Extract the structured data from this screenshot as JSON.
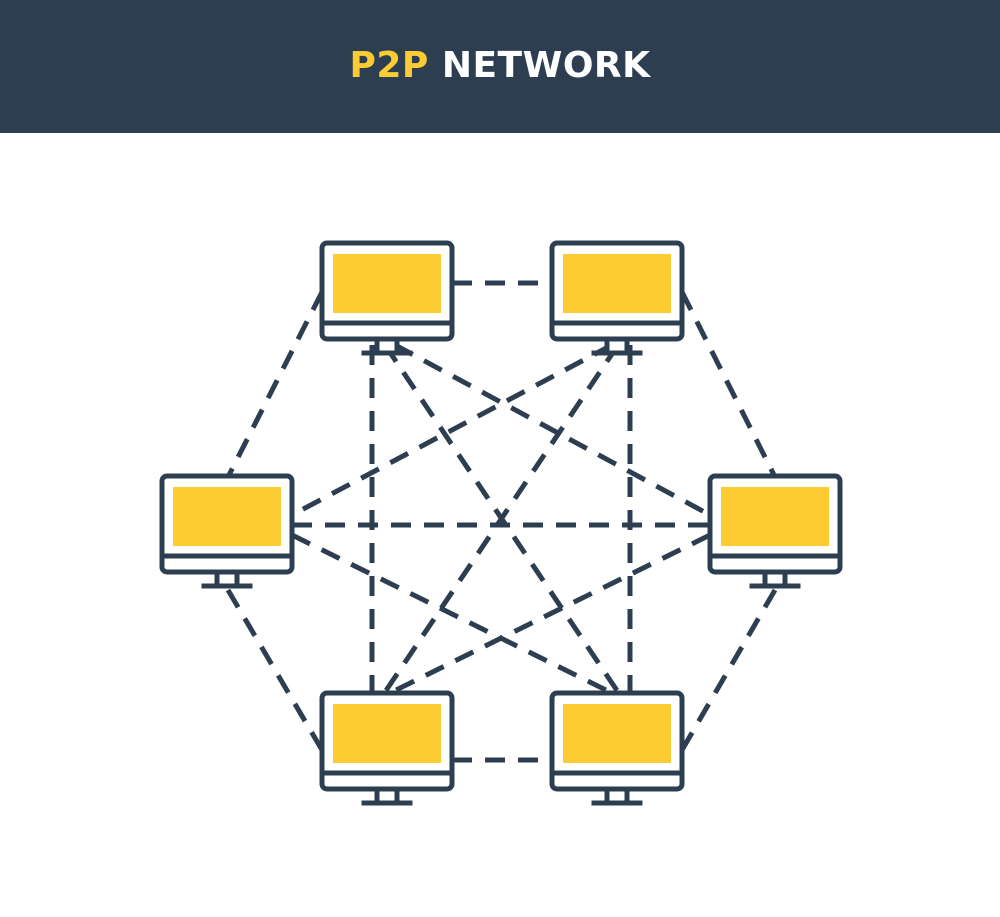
{
  "header": {
    "title_accent": "P2P",
    "title_main": "NETWORK"
  },
  "colors": {
    "header_bg": "#2d3e50",
    "accent": "#fdcc33",
    "title_text": "#ffffff",
    "outline": "#2d3e50",
    "screen": "#fdcc33",
    "background": "#ffffff"
  },
  "diagram": {
    "nodes": [
      {
        "id": "top-left",
        "icon": "desktop-computer-icon"
      },
      {
        "id": "top-right",
        "icon": "desktop-computer-icon"
      },
      {
        "id": "middle-left",
        "icon": "desktop-computer-icon"
      },
      {
        "id": "middle-right",
        "icon": "desktop-computer-icon"
      },
      {
        "id": "bottom-left",
        "icon": "desktop-computer-icon"
      },
      {
        "id": "bottom-right",
        "icon": "desktop-computer-icon"
      }
    ],
    "edges": [
      [
        "top-left",
        "top-right"
      ],
      [
        "top-left",
        "middle-left"
      ],
      [
        "top-left",
        "middle-right"
      ],
      [
        "top-left",
        "bottom-left"
      ],
      [
        "top-left",
        "bottom-right"
      ],
      [
        "top-right",
        "middle-left"
      ],
      [
        "top-right",
        "middle-right"
      ],
      [
        "top-right",
        "bottom-left"
      ],
      [
        "top-right",
        "bottom-right"
      ],
      [
        "middle-left",
        "middle-right"
      ],
      [
        "middle-left",
        "bottom-left"
      ],
      [
        "middle-left",
        "bottom-right"
      ],
      [
        "middle-right",
        "bottom-left"
      ],
      [
        "middle-right",
        "bottom-right"
      ],
      [
        "bottom-left",
        "bottom-right"
      ]
    ],
    "edge_style": "dashed"
  }
}
